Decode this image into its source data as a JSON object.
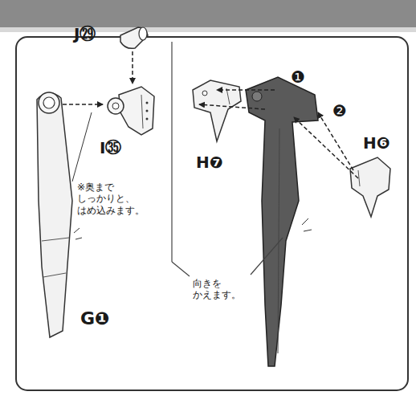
{
  "diagram": {
    "labels": [
      "J㉙",
      "I㉟",
      "G❶",
      "H❼",
      "H❻",
      "❶",
      "❷",
      "※奥まで しっかりと、 はめ込みます。",
      "向きを かえます。"
    ]
  }
}
